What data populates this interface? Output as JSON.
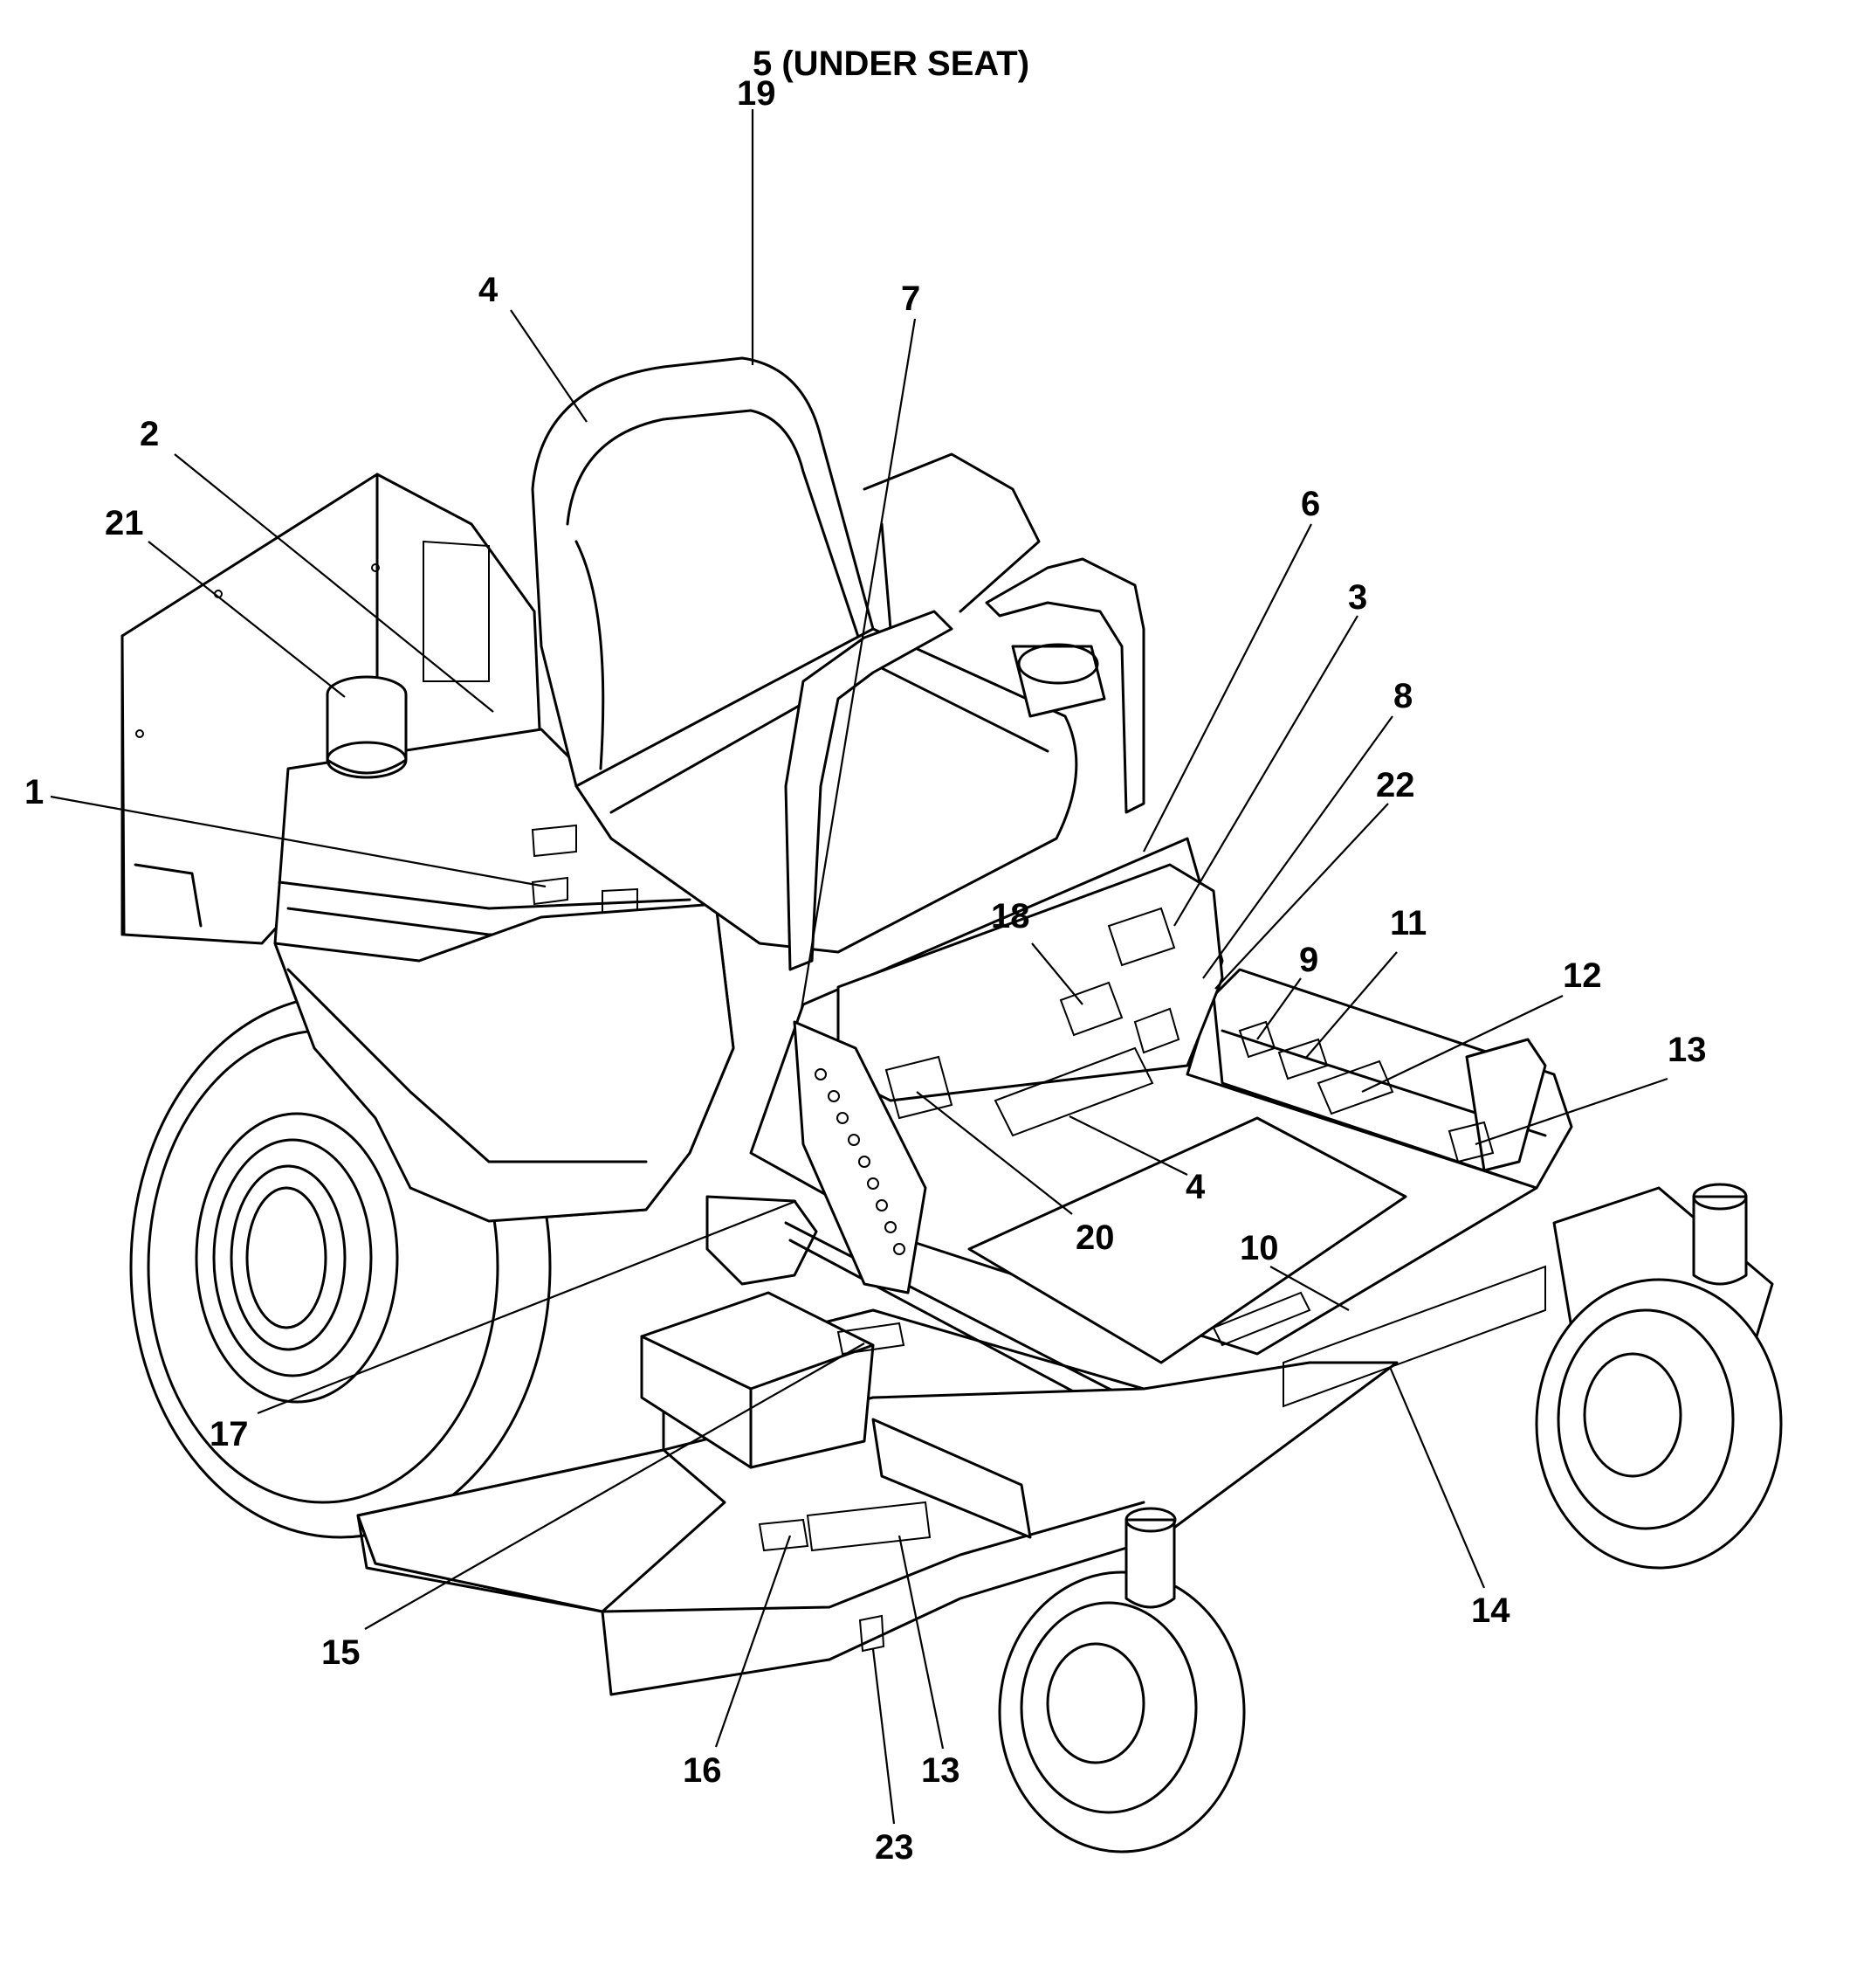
{
  "callouts": {
    "under_seat": "5 (UNDER SEAT)",
    "c19": "19",
    "c4_seat": "4",
    "c7": "7",
    "c2": "2",
    "c21": "21",
    "c1": "1",
    "c6": "6",
    "c3": "3",
    "c8": "8",
    "c22": "22",
    "c18": "18",
    "c9": "9",
    "c11": "11",
    "c12": "12",
    "c13_right": "13",
    "c4_deck": "4",
    "c20": "20",
    "c10": "10",
    "c17": "17",
    "c14": "14",
    "c15": "15",
    "c16": "16",
    "c13_front": "13",
    "c23": "23"
  }
}
